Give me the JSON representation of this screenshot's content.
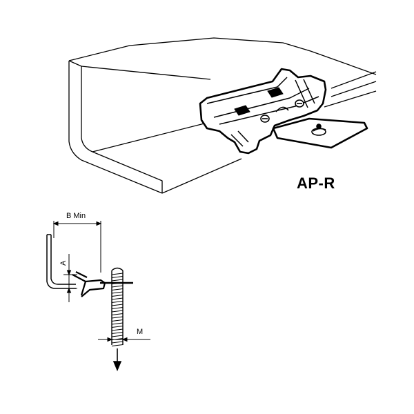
{
  "model": "AP-R",
  "dimensions": {
    "b_min": "B Min",
    "a": "A",
    "m": "M"
  }
}
